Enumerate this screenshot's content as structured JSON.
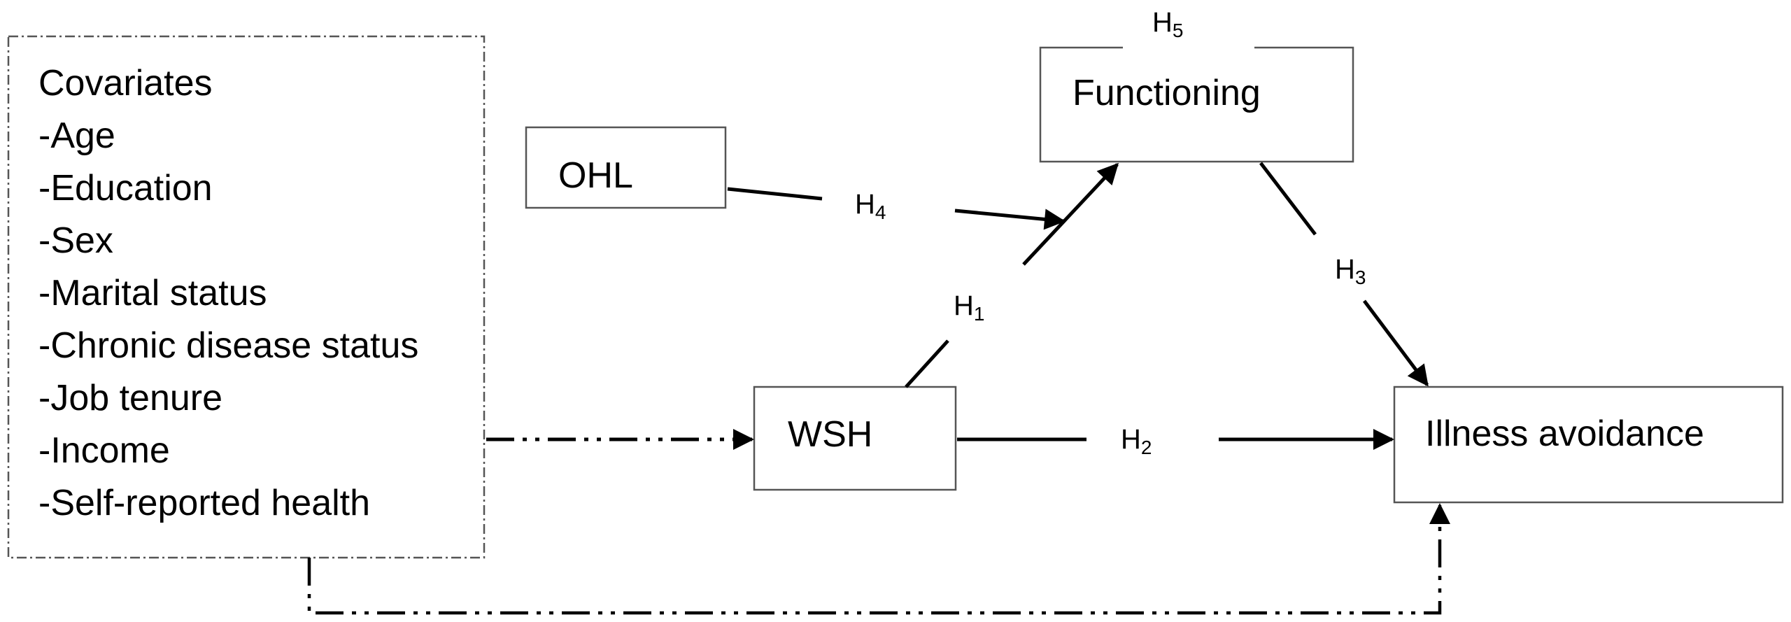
{
  "covariates": {
    "title": "Covariates",
    "items": [
      "-Age",
      "-Education",
      "-Sex",
      "-Marital status",
      "-Chronic disease status",
      "-Job tenure",
      "-Income",
      "-Self-reported health"
    ]
  },
  "nodes": {
    "ohl": "OHL",
    "functioning": "Functioning",
    "wsh": "WSH",
    "illness_avoidance": "Illness avoidance"
  },
  "hypotheses": {
    "h1": {
      "letter": "H",
      "number": "1"
    },
    "h2": {
      "letter": "H",
      "number": "2"
    },
    "h3": {
      "letter": "H",
      "number": "3"
    },
    "h4": {
      "letter": "H",
      "number": "4"
    },
    "h5": {
      "letter": "H",
      "number": "5"
    }
  },
  "colors": {
    "stroke": "#000000",
    "box_stroke": "#555555",
    "background": "#ffffff"
  }
}
